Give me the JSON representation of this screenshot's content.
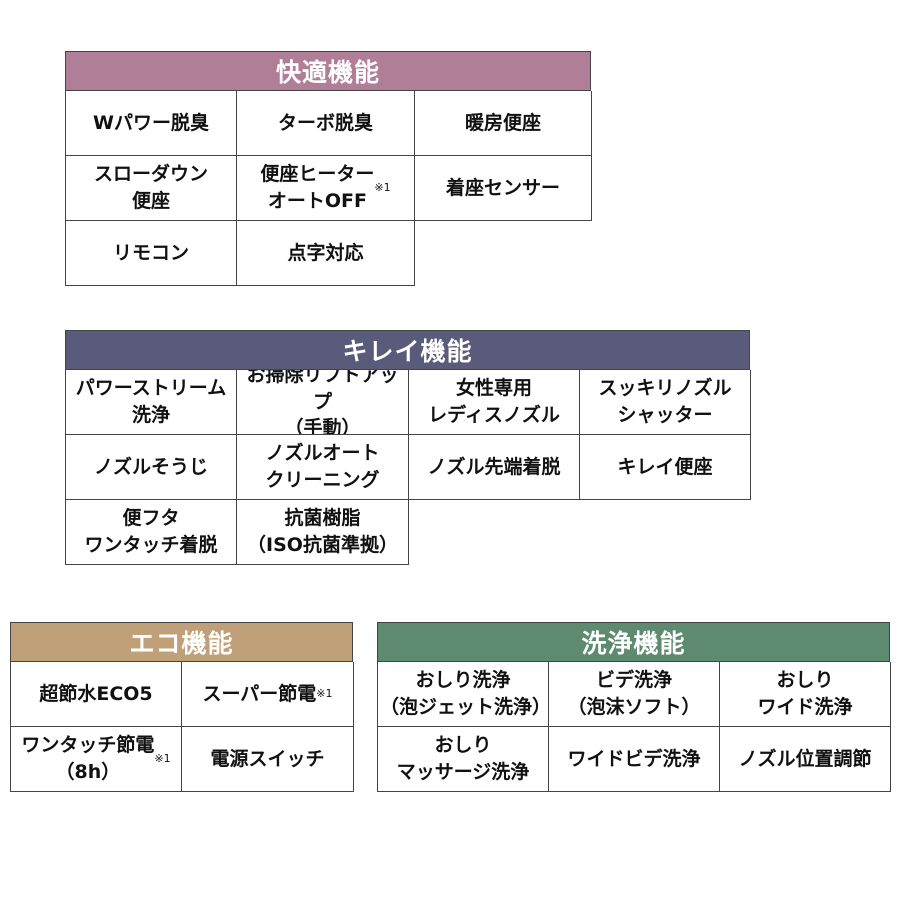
{
  "sections": {
    "comfort": {
      "title": "快適機能",
      "color": "#b07e97",
      "cells": [
        {
          "text": "Wパワー脱臭"
        },
        {
          "text": "ターボ脱臭"
        },
        {
          "text": "暖房便座"
        },
        {
          "text": "スローダウン\n便座"
        },
        {
          "text": "便座ヒーター\nオートOFF",
          "note": "※1"
        },
        {
          "text": "着座センサー"
        },
        {
          "text": "リモコン"
        },
        {
          "text": "点字対応"
        }
      ]
    },
    "clean": {
      "title": "キレイ機能",
      "color": "#5a5a7a",
      "cells": [
        {
          "text": "パワーストリーム\n洗浄"
        },
        {
          "text": "お掃除リフトアップ\n（手動）"
        },
        {
          "text": "女性専用\nレディスノズル"
        },
        {
          "text": "スッキリノズル\nシャッター"
        },
        {
          "text": "ノズルそうじ"
        },
        {
          "text": "ノズルオート\nクリーニング"
        },
        {
          "text": "ノズル先端着脱"
        },
        {
          "text": "キレイ便座"
        },
        {
          "text": "便フタ\nワンタッチ着脱"
        },
        {
          "text": "抗菌樹脂\n（ISO抗菌準拠）"
        }
      ]
    },
    "eco": {
      "title": "エコ機能",
      "color": "#c0a078",
      "cells": [
        {
          "text": "超節水ECO5"
        },
        {
          "text": "スーパー節電",
          "note": "※1"
        },
        {
          "text": "ワンタッチ節電\n（8h）",
          "note": "※1"
        },
        {
          "text": "電源スイッチ"
        }
      ]
    },
    "wash": {
      "title": "洗浄機能",
      "color": "#5e8b70",
      "cells": [
        {
          "text": "おしり洗浄\n（泡ジェット洗浄）"
        },
        {
          "text": "ビデ洗浄\n（泡沫ソフト）"
        },
        {
          "text": "おしり\nワイド洗浄"
        },
        {
          "text": "おしり\nマッサージ洗浄"
        },
        {
          "text": "ワイドビデ洗浄"
        },
        {
          "text": "ノズル位置調節"
        }
      ]
    }
  }
}
